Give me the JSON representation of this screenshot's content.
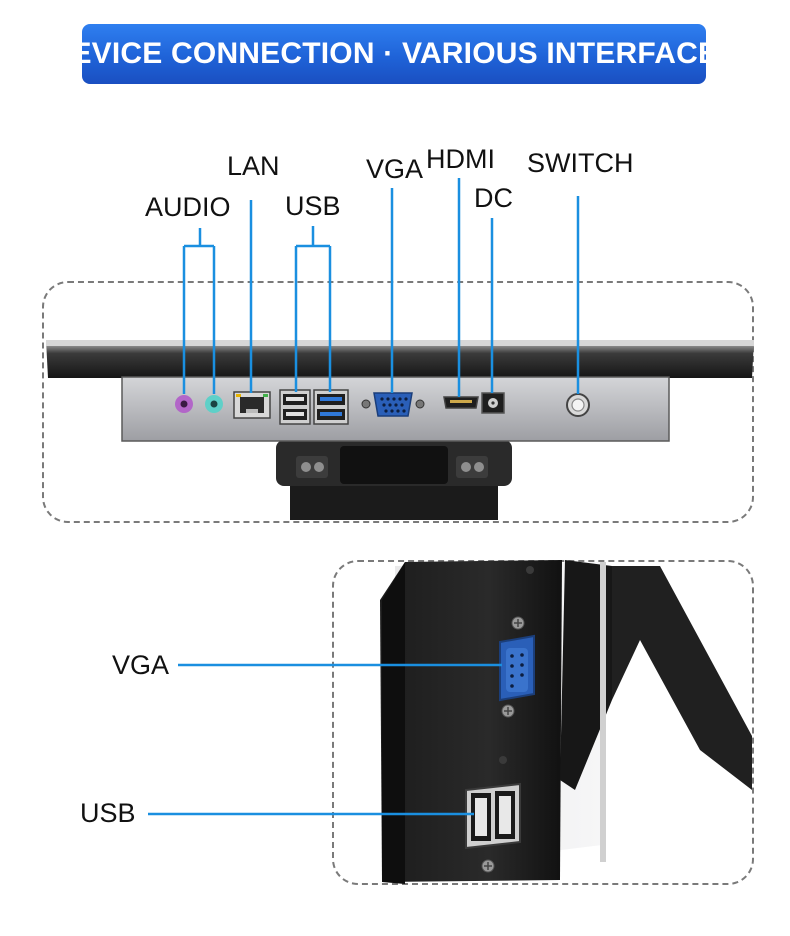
{
  "banner": {
    "title": "DEVICE CONNECTION · VARIOUS INTERFACES"
  },
  "top_panel": {
    "labels": {
      "lan": "LAN",
      "audio": "AUDIO",
      "usb": "USB",
      "vga": "VGA",
      "hdmi": "HDMI",
      "dc": "DC",
      "switch": "SWITCH"
    }
  },
  "bottom_panel": {
    "labels": {
      "vga": "VGA",
      "usb": "USB"
    }
  },
  "colors": {
    "banner_top": "#2f7ff0",
    "banner_bottom": "#1a4fc1",
    "callout_line": "#1a8fe0",
    "audio_pink": "#b266c8",
    "audio_green": "#5fd0c8",
    "usb3_blue": "#2f78d8",
    "vga_blue": "#2a5fb8"
  }
}
